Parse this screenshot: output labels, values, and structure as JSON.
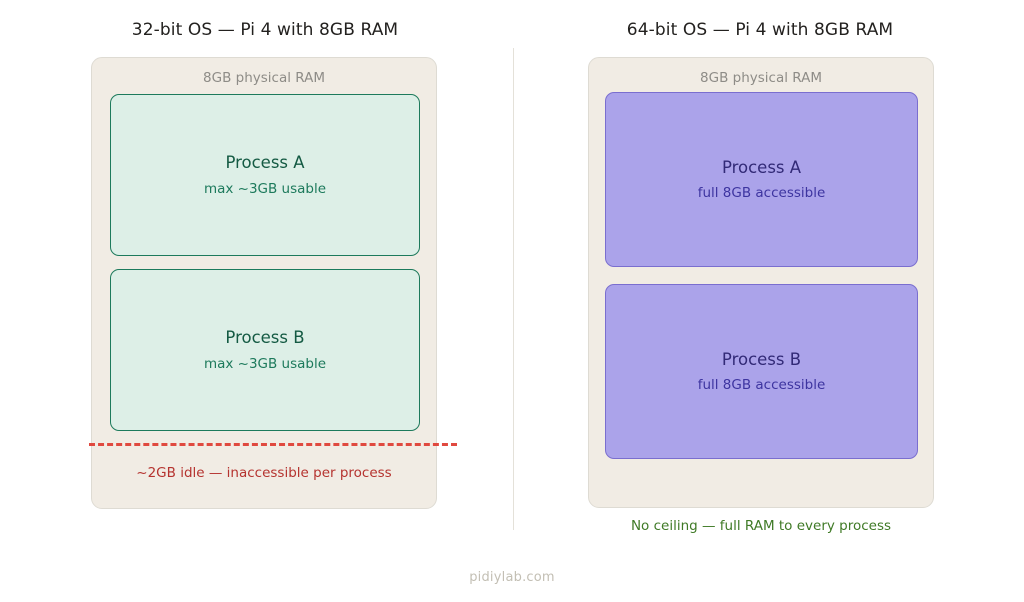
{
  "watermark": "pidiylab.com",
  "divider": {
    "color": "#e4e1d9"
  },
  "panels": [
    {
      "id": "left",
      "title": "32-bit OS — Pi 4 with 8GB RAM",
      "ram_caption": "8GB physical RAM",
      "fill": "#f1ece4",
      "border": "#dedbd3",
      "box_fill": "#ddefe7",
      "box_border": "#1d7a5c",
      "box_title_color": "#145a43",
      "box_sub_color": "#1d7a5c",
      "processes": [
        {
          "title": "Process A",
          "subtitle": "max ~3GB usable"
        },
        {
          "title": "Process B",
          "subtitle": "max ~3GB usable"
        }
      ],
      "ceiling": {
        "label": "~2GB idle — inaccessible per process",
        "color": "#b5332f",
        "line_color": "#e0493f",
        "line_style": "dashed"
      }
    },
    {
      "id": "right",
      "title": "64-bit OS — Pi 4 with 8GB RAM",
      "ram_caption": "8GB physical RAM",
      "fill": "#f1ece4",
      "border": "#dedbd3",
      "box_fill": "#aba3ea",
      "box_border": "#7a6ecf",
      "box_title_color": "#322a77",
      "box_sub_color": "#3d34a0",
      "processes": [
        {
          "title": "Process A",
          "subtitle": "full 8GB accessible"
        },
        {
          "title": "Process B",
          "subtitle": "full 8GB accessible"
        }
      ],
      "footnote": {
        "label": "No ceiling — full RAM to every process",
        "color": "#3f7a26"
      }
    }
  ]
}
